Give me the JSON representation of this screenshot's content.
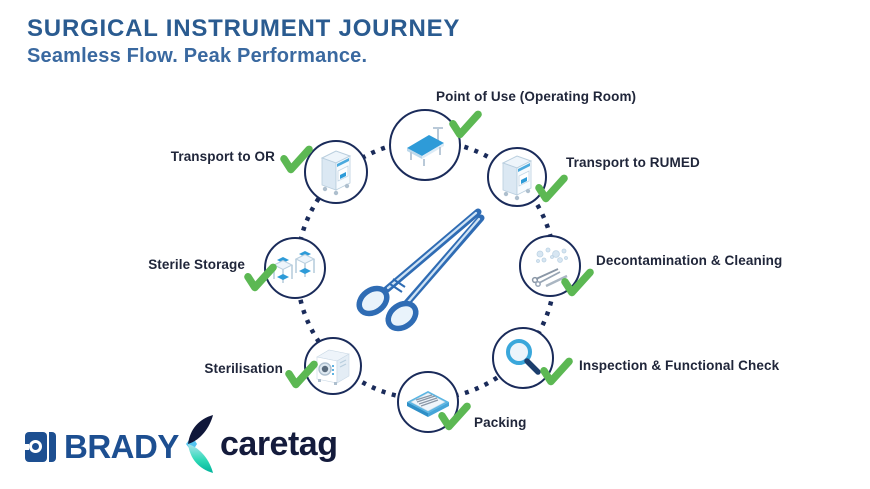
{
  "header": {
    "title": "SURGICAL INSTRUMENT JOURNEY",
    "subtitle": "Seamless Flow. Peak Performance."
  },
  "diagram": {
    "center_icon": "surgical-forceps-icon",
    "connector_style": "dotted-circle",
    "nodes": [
      {
        "label": "Point of Use (Operating Room)",
        "icon": "operating-table-icon",
        "checked": true
      },
      {
        "label": "Transport to RUMED",
        "icon": "transport-cart-icon",
        "checked": true
      },
      {
        "label": "Decontamination & Cleaning",
        "icon": "instruments-bubbles-icon",
        "checked": true
      },
      {
        "label": "Inspection & Functional Check",
        "icon": "magnifier-icon",
        "checked": true
      },
      {
        "label": "Packing",
        "icon": "instrument-tray-icon",
        "checked": true
      },
      {
        "label": "Sterilisation",
        "icon": "autoclave-icon",
        "checked": true
      },
      {
        "label": "Sterile Storage",
        "icon": "storage-racks-icon",
        "checked": true
      },
      {
        "label": "Transport to OR",
        "icon": "transport-cart-icon",
        "checked": true
      }
    ],
    "colors": {
      "outline_navy": "#1a2b5a",
      "check_green": "#5cb853",
      "icon_blue": "#2e9bd8",
      "title_blue": "#2a5b90"
    }
  },
  "footer": {
    "brady_label": "BRADY",
    "caretag_label": "caretag",
    "brady_navy": "#1d4f91",
    "caretag_navy": "#141b3c",
    "caretag_teal": "#13cfae"
  }
}
